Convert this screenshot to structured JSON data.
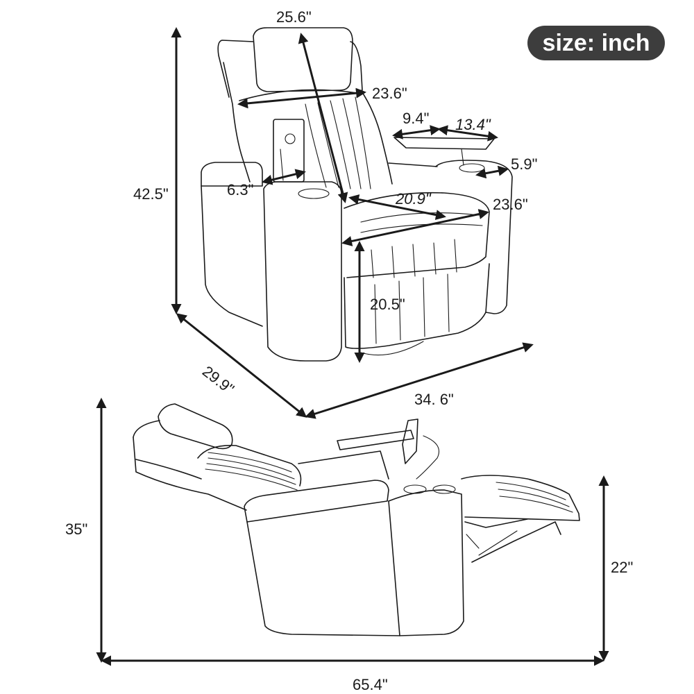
{
  "unit_badge": "size: inch",
  "colors": {
    "ink": "#1a1a1a",
    "badge_bg": "#3d3d3d",
    "badge_text": "#ffffff",
    "background": "#ffffff"
  },
  "upright_view": {
    "headrest_width": "25.6\"",
    "backrest_width": "23.6\"",
    "tray_depth": "9.4\"",
    "tray_width": "13.4\"",
    "cupholder_diameter": "5.9\"",
    "armrest_width": "6.3\"",
    "seat_depth": "20.9\"",
    "seat_width": "23.6\"",
    "seat_height": "20.5\"",
    "overall_height": "42.5\"",
    "overall_depth": "29.9\"",
    "overall_width": "34. 6\""
  },
  "reclined_view": {
    "overall_height": "35\"",
    "footrest_height": "22\"",
    "overall_length": "65.4\""
  }
}
